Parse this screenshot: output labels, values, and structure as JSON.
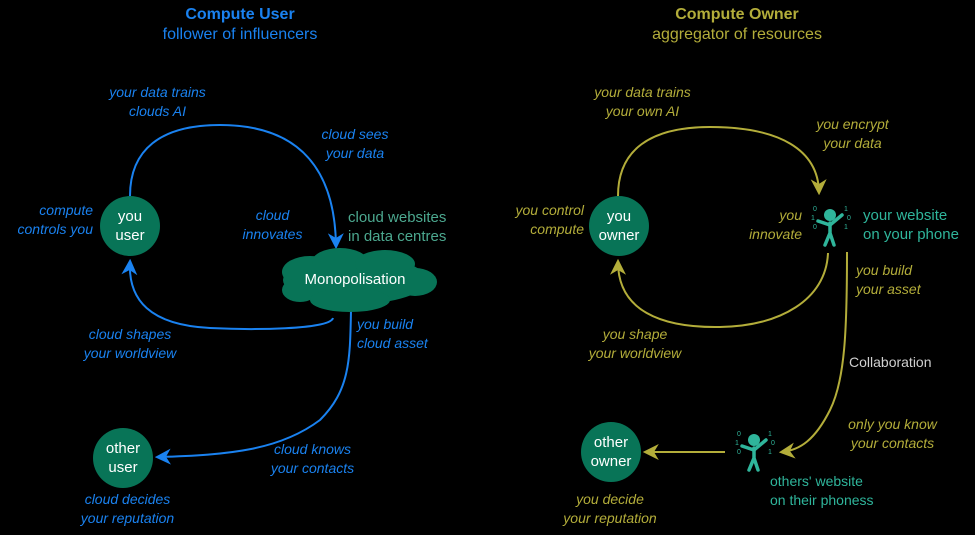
{
  "left": {
    "title": "Compute User",
    "subtitle": "follower of influencers",
    "nodes": {
      "you": [
        "you",
        "user"
      ],
      "other": [
        "other",
        "user"
      ],
      "cloud": "Monopolisation"
    },
    "labels": {
      "data_trains": "your data trains\nclouds AI",
      "cloud_sees": "cloud sees\nyour data",
      "compute_controls": "compute\ncontrols you",
      "cloud_innovates": "cloud\ninnovates",
      "cloud_websites": "cloud websites\nin data centres",
      "cloud_shapes": "cloud shapes\nyour worldview",
      "you_build": "you build\ncloud asset",
      "cloud_knows": "cloud knows\nyour contacts",
      "cloud_decides": "cloud decides\nyour reputation"
    }
  },
  "right": {
    "title": "Compute Owner",
    "subtitle": "aggregator of resources",
    "nodes": {
      "you": [
        "you",
        "owner"
      ],
      "other": [
        "other",
        "owner"
      ]
    },
    "labels": {
      "data_trains": "your data trains\nyour own AI",
      "you_encrypt": "you encrypt\nyour data",
      "you_control": "you control\ncompute",
      "you_innovate": "you\ninnovate",
      "your_website": "your website\non your phone",
      "you_build": "you build\nyour asset",
      "collaboration": "Collaboration",
      "you_shape": "you shape\nyour worldview",
      "only_you_know": "only you know\nyour contacts",
      "others_website": "others' website\non their phoness",
      "you_decide": "you decide\nyour reputation"
    }
  },
  "colors": {
    "user_accent": "#1a82f0",
    "owner_accent": "#b3ad3a",
    "node_fill": "#087457",
    "icon_teal": "#2fb59b"
  }
}
